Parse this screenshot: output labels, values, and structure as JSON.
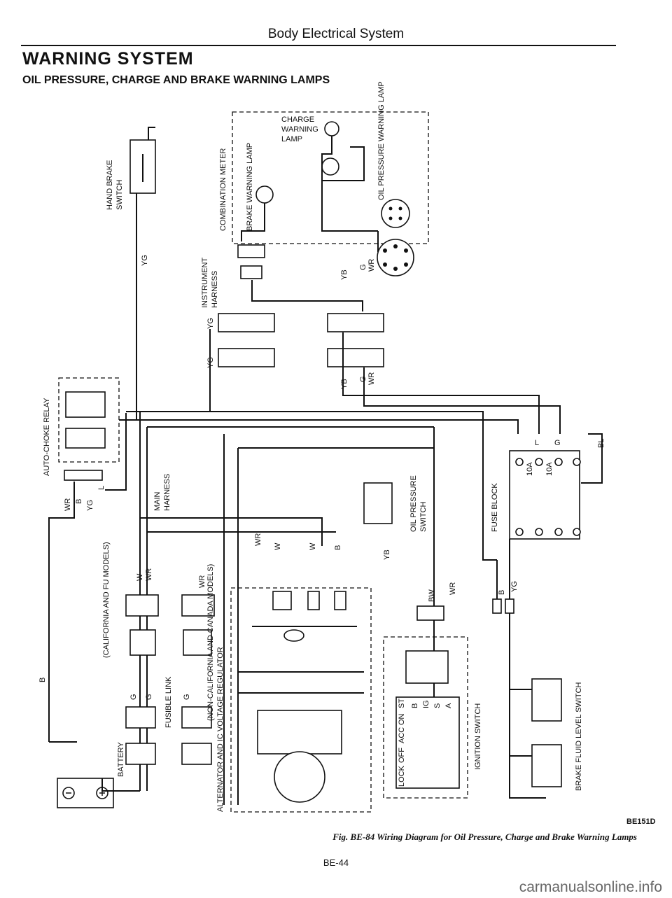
{
  "header": {
    "section": "Body Electrical System"
  },
  "titles": {
    "main": "WARNING SYSTEM",
    "sub": "OIL PRESSURE, CHARGE AND BRAKE WARNING LAMPS"
  },
  "components": {
    "hand_brake_switch": "HAND BRAKE SWITCH",
    "combination_meter": "COMBINATION METER",
    "brake_warning_lamp": "BRAKE WARNING LAMP",
    "charge_warning_lamp_1": "CHARGE",
    "charge_warning_lamp_2": "WARNING",
    "charge_warning_lamp_3": "LAMP",
    "oil_pressure_warning_lamp": "OIL PRESSURE WARNING LAMP",
    "instrument_harness": "INSTRUMENT HARNESS",
    "auto_choke_relay": "AUTO-CHOKE RELAY",
    "main_harness": "MAIN HARNESS",
    "oil_pressure_switch": "OIL PRESSURE SWITCH",
    "fuse_block": "FUSE BLOCK",
    "california_fu_models": "(CALIFORNIA AND FU MODELS)",
    "fusible_link": "FUSIBLE LINK",
    "non_california": "(NON-CALIFORNIA AND CANADA MODELS)",
    "battery": "BATTERY",
    "alternator": "ALTERNATOR AND IC VOLTAGE REGULATOR",
    "ignition_switch": "IGNITION SWITCH",
    "brake_fluid_level_switch": "BRAKE FLUID LEVEL SWITCH"
  },
  "wires": {
    "yg": "YG",
    "yb": "YB",
    "g": "G",
    "wr": "WR",
    "b": "B",
    "l": "L",
    "w": "W",
    "bw": "BW",
    "bl": "BL"
  },
  "fuses": {
    "f1": "10A",
    "f2": "10A"
  },
  "ignition": {
    "positions": [
      "LOCK",
      "OFF",
      "ACC",
      "ON",
      "ST"
    ],
    "terminals": [
      "B",
      "IG",
      "S",
      "A"
    ]
  },
  "figure": {
    "code": "BE151D",
    "caption": "Fig. BE-84 Wiring Diagram for Oil Pressure, Charge and Brake Warning Lamps",
    "page": "BE-44"
  },
  "watermark": "carmanualsonline.info"
}
